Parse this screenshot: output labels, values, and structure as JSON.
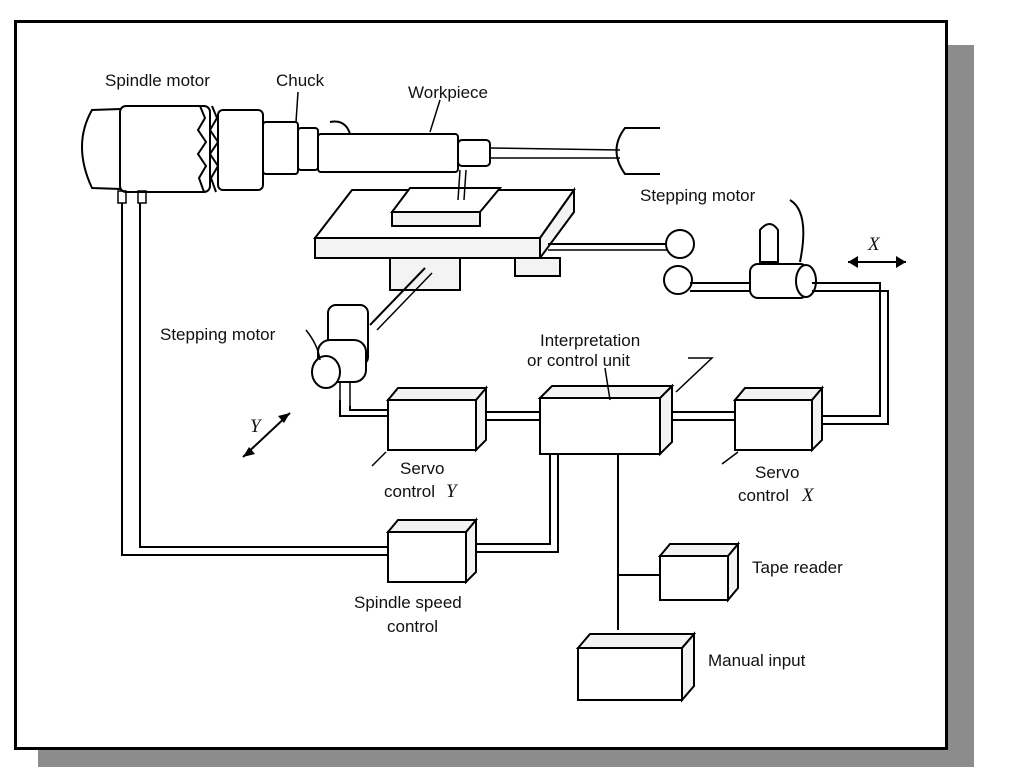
{
  "labels": {
    "spindle_motor": "Spindle motor",
    "chuck": "Chuck",
    "workpiece": "Workpiece",
    "stepping_motor_x": "Stepping motor",
    "stepping_motor_y": "Stepping motor",
    "axis_x": "X",
    "axis_y": "Y",
    "interp_line1": "Interpretation",
    "interp_line2": "or control unit",
    "servo_y_line1": "Servo",
    "servo_y_line2": "control",
    "servo_y_axis": "Y",
    "servo_x_line1": "Servo",
    "servo_x_line2": "control",
    "servo_x_axis": "X",
    "spindle_speed_line1": "Spindle speed",
    "spindle_speed_line2": "control",
    "tape_reader": "Tape reader",
    "manual_input": "Manual input"
  }
}
